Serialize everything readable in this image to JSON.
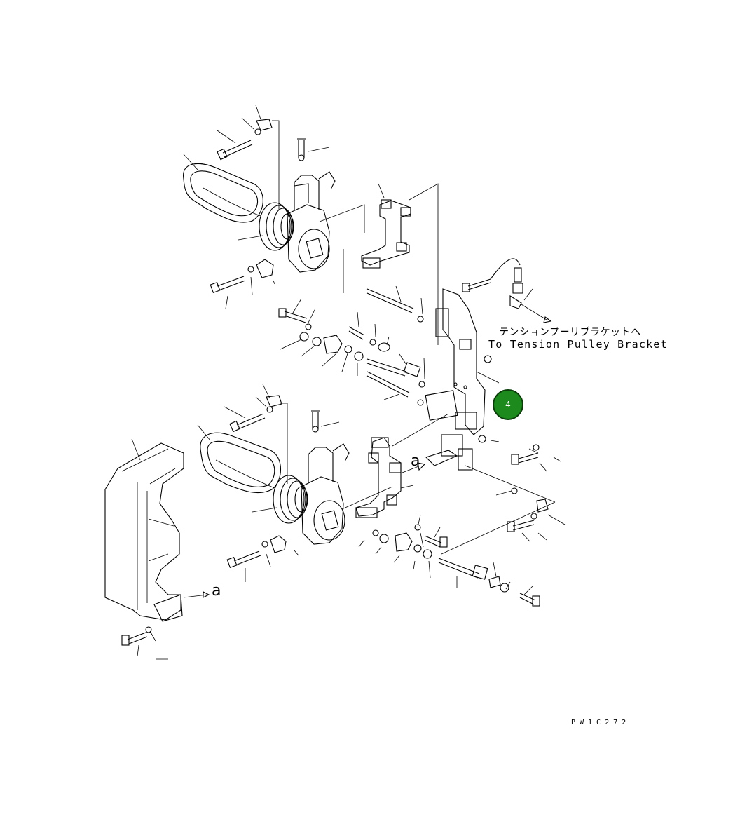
{
  "diagram": {
    "note_japanese": "テンションプーリブラケットへ",
    "note_english": "To Tension Pulley Bracket",
    "view_marker": "a",
    "drawing_code": "PW1C272",
    "callout_badge": {
      "number": "4",
      "color": "#1d8a1d"
    }
  }
}
